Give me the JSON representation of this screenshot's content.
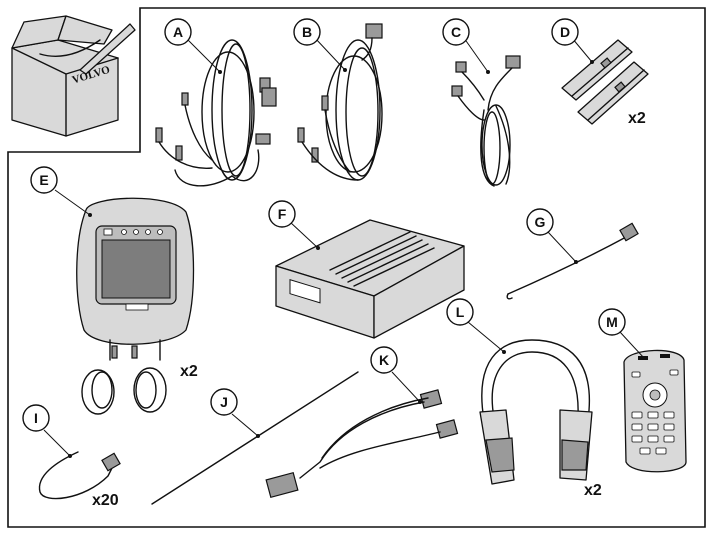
{
  "box": {
    "brand": "VOLVO"
  },
  "parts": [
    {
      "id": "A",
      "label": "A",
      "qty": ""
    },
    {
      "id": "B",
      "label": "B",
      "qty": ""
    },
    {
      "id": "C",
      "label": "C",
      "qty": ""
    },
    {
      "id": "D",
      "label": "D",
      "qty": "x2"
    },
    {
      "id": "E",
      "label": "E",
      "qty": "x2"
    },
    {
      "id": "F",
      "label": "F",
      "qty": ""
    },
    {
      "id": "G",
      "label": "G",
      "qty": ""
    },
    {
      "id": "H_I",
      "label": "I",
      "qty": "x20"
    },
    {
      "id": "J",
      "label": "J",
      "qty": ""
    },
    {
      "id": "K",
      "label": "K",
      "qty": ""
    },
    {
      "id": "L",
      "label": "L",
      "qty": "x2"
    },
    {
      "id": "M",
      "label": "M",
      "qty": ""
    }
  ]
}
